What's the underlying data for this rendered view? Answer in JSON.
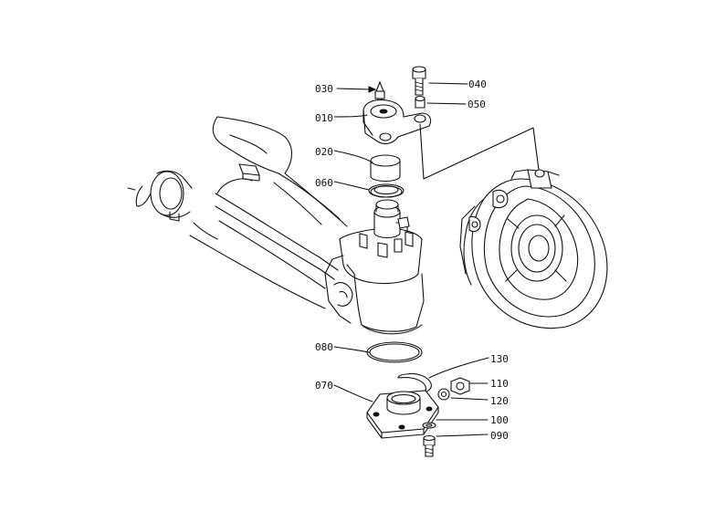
{
  "diagram": {
    "labels": {
      "p010": "010",
      "p020": "020",
      "p030": "030",
      "p040": "040",
      "p050": "050",
      "p060": "060",
      "p070": "070",
      "p080": "080",
      "p090": "090",
      "p100": "100",
      "p110": "110",
      "p120": "120",
      "p130": "130"
    }
  }
}
